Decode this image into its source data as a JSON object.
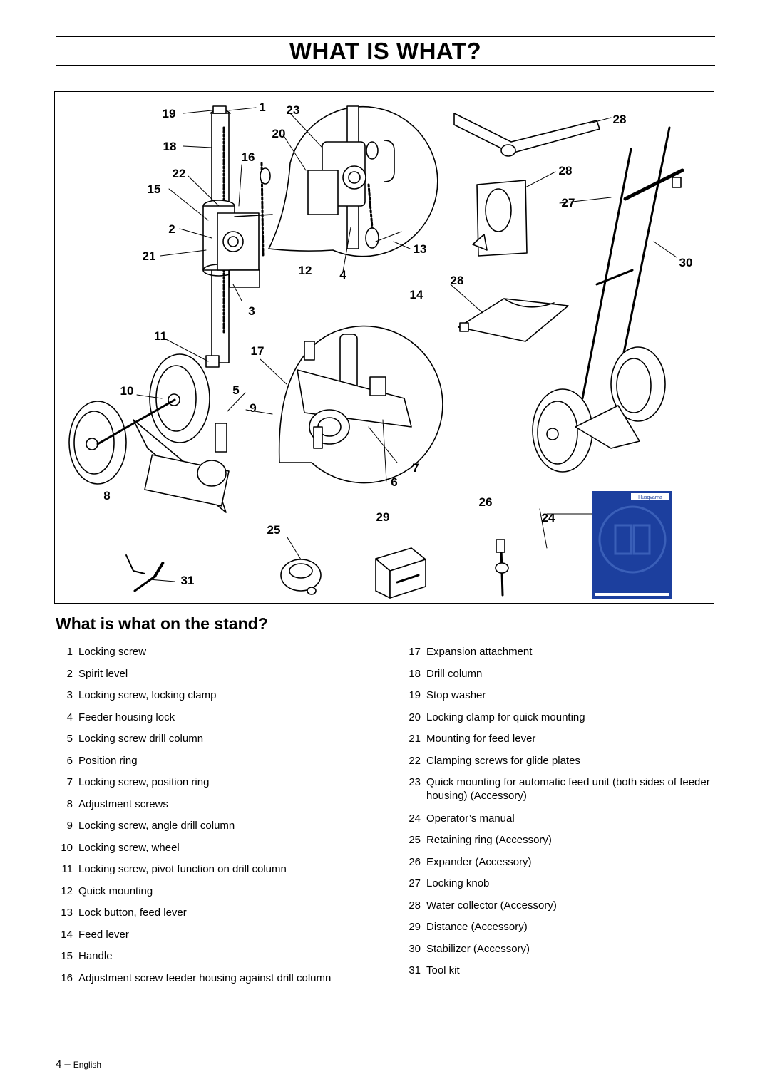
{
  "header": {
    "title": "WHAT IS WHAT?"
  },
  "figure": {
    "callouts": [
      "19",
      "1",
      "23",
      "28",
      "20",
      "18",
      "16",
      "22",
      "28",
      "15",
      "27",
      "2",
      "13",
      "21",
      "30",
      "12",
      "4",
      "28",
      "14",
      "3",
      "11",
      "17",
      "10",
      "5",
      "9",
      "7",
      "6",
      "8",
      "26",
      "29",
      "24",
      "25",
      "31"
    ],
    "manual_brand": "Husqvarna"
  },
  "section": {
    "title": "What is what on the stand?"
  },
  "parts_left": [
    {
      "num": "1",
      "text": "Locking screw"
    },
    {
      "num": "2",
      "text": "Spirit level"
    },
    {
      "num": "3",
      "text": "Locking screw, locking clamp"
    },
    {
      "num": "4",
      "text": "Feeder housing lock"
    },
    {
      "num": "5",
      "text": "Locking screw drill column"
    },
    {
      "num": "6",
      "text": "Position ring"
    },
    {
      "num": "7",
      "text": "Locking screw, position ring"
    },
    {
      "num": "8",
      "text": "Adjustment screws"
    },
    {
      "num": "9",
      "text": "Locking screw, angle drill column"
    },
    {
      "num": "10",
      "text": "Locking screw, wheel"
    },
    {
      "num": "11",
      "text": "Locking screw, pivot function on drill column"
    },
    {
      "num": "12",
      "text": "Quick mounting"
    },
    {
      "num": "13",
      "text": "Lock button, feed lever"
    },
    {
      "num": "14",
      "text": "Feed lever"
    },
    {
      "num": "15",
      "text": "Handle"
    },
    {
      "num": "16",
      "text": "Adjustment screw feeder housing against drill column"
    }
  ],
  "parts_right": [
    {
      "num": "17",
      "text": "Expansion attachment"
    },
    {
      "num": "18",
      "text": "Drill column"
    },
    {
      "num": "19",
      "text": "Stop washer"
    },
    {
      "num": "20",
      "text": "Locking clamp for quick mounting"
    },
    {
      "num": "21",
      "text": "Mounting for feed lever"
    },
    {
      "num": "22",
      "text": "Clamping screws for glide plates"
    },
    {
      "num": "23",
      "text": "Quick mounting for automatic feed unit (both sides of feeder housing) (Accessory)"
    },
    {
      "num": "24",
      "text": "Operator’s manual"
    },
    {
      "num": "25",
      "text": "Retaining ring (Accessory)"
    },
    {
      "num": "26",
      "text": "Expander (Accessory)"
    },
    {
      "num": "27",
      "text": "Locking knob"
    },
    {
      "num": "28",
      "text": "Water collector (Accessory)"
    },
    {
      "num": "29",
      "text": "Distance (Accessory)"
    },
    {
      "num": "30",
      "text": "Stabilizer (Accessory)"
    },
    {
      "num": "31",
      "text": "Tool kit"
    }
  ],
  "footer": {
    "page_number": "4",
    "dash": "–",
    "language": "English"
  },
  "colors": {
    "manual_blue": "#1c3f9e",
    "ink": "#000000"
  }
}
